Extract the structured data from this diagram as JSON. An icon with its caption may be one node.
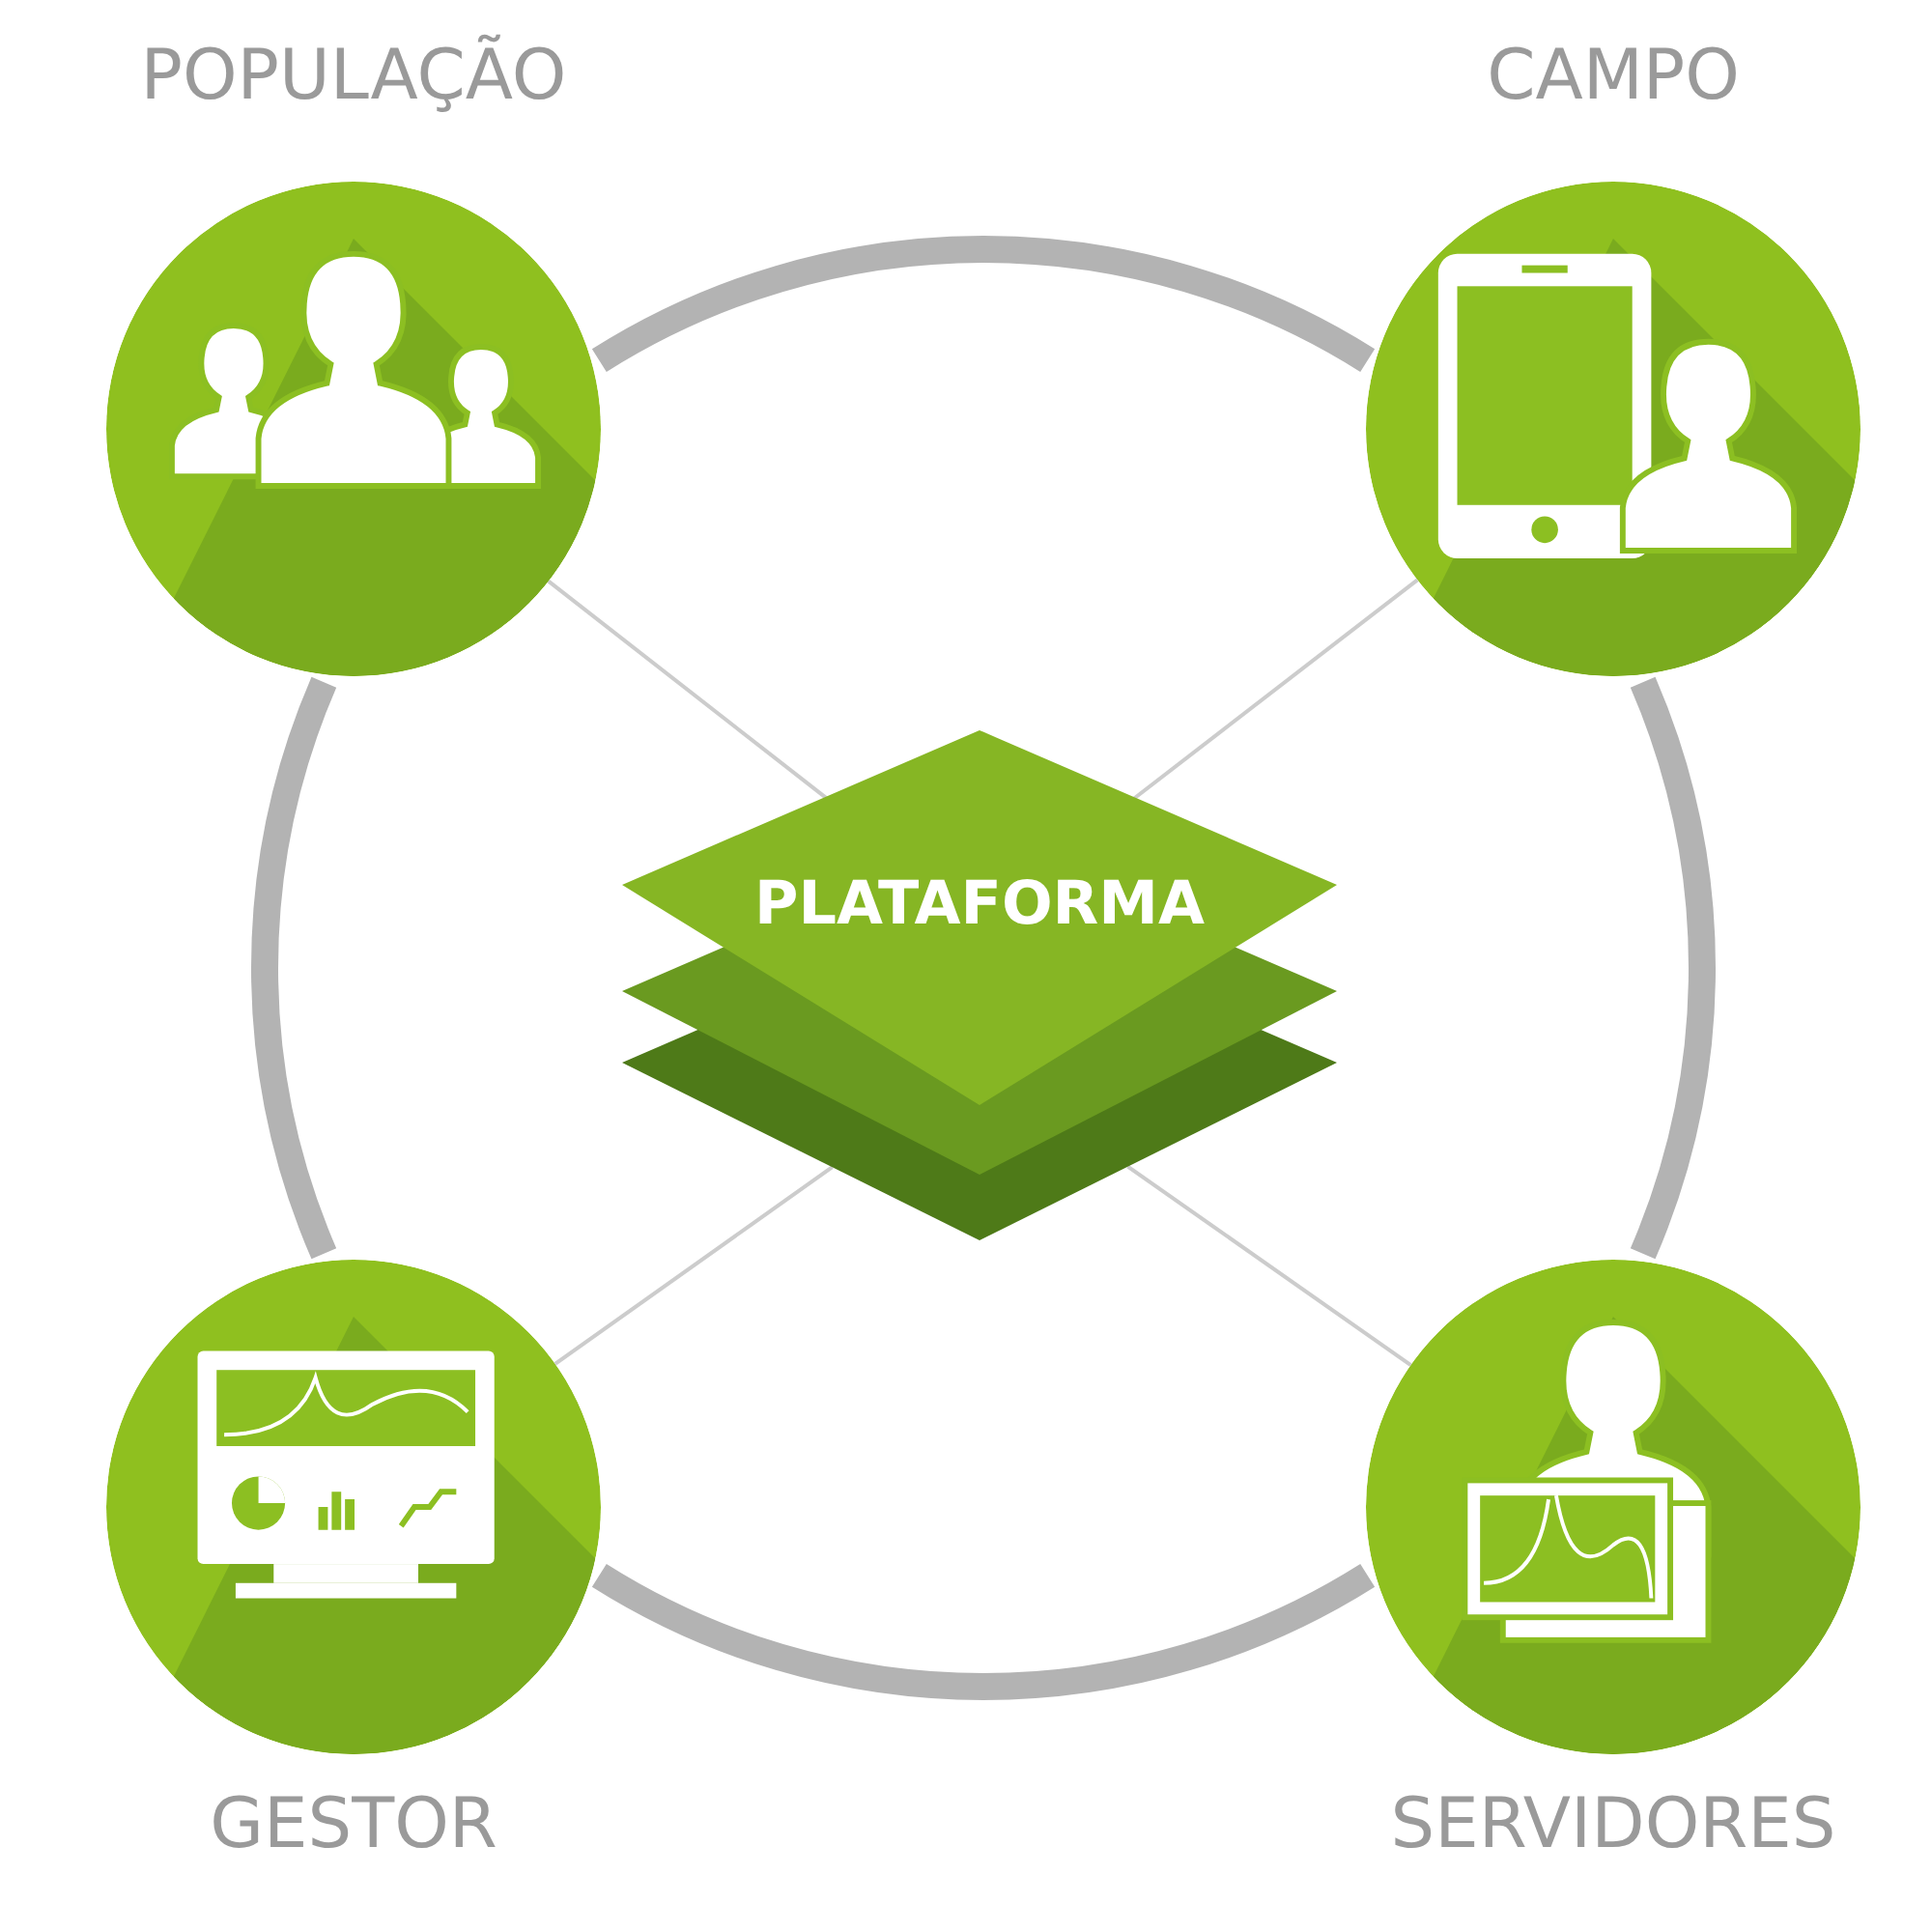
{
  "diagram": {
    "nodes": [
      {
        "text": [
          "POPULAÇÃO"
        ]
      },
      {
        "text": [
          "CAMPO"
        ]
      },
      {
        "text": [
          "PLATAFORMA"
        ]
      },
      {
        "text": [
          "GESTOR"
        ]
      },
      {
        "text": [
          "SERVIDORES"
        ]
      }
    ],
    "edges": [
      {
        "from": 0,
        "to": 1,
        "arrow": "none",
        "style": "thick"
      },
      {
        "from": 1,
        "to": 4,
        "arrow": "none",
        "style": "thick"
      },
      {
        "from": 4,
        "to": 3,
        "arrow": "none",
        "style": "thick"
      },
      {
        "from": 3,
        "to": 0,
        "arrow": "none",
        "style": "thick"
      },
      {
        "from": 0,
        "to": 2,
        "arrow": "none"
      },
      {
        "from": 1,
        "to": 2,
        "arrow": "none"
      },
      {
        "from": 3,
        "to": 2,
        "arrow": "none"
      },
      {
        "from": 4,
        "to": 2,
        "arrow": "none"
      }
    ]
  }
}
